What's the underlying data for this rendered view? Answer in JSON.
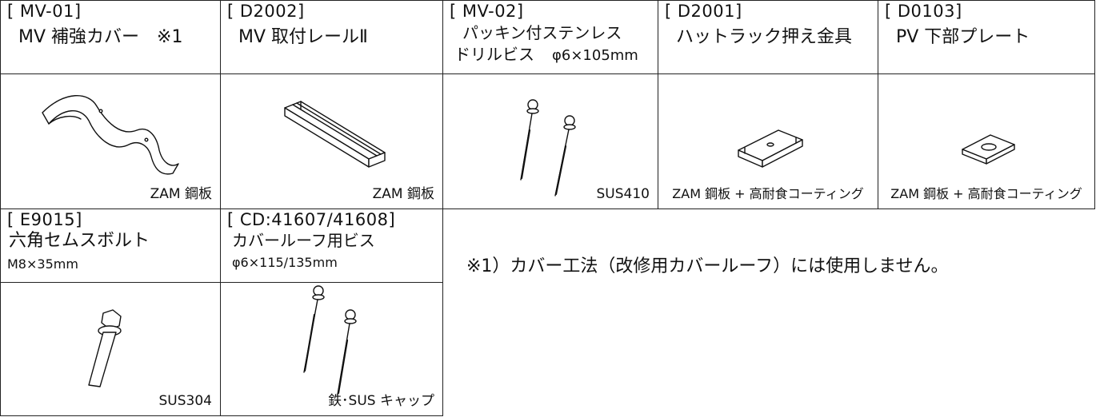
{
  "parts": [
    {
      "code": "[ MV-01]",
      "name": "MV 補強カバー　※1",
      "material": "ZAM 鋼板"
    },
    {
      "code": "[ D2002]",
      "name": "MV 取付レールⅡ",
      "material": "ZAM 鋼板"
    },
    {
      "code": "[ MV-02]",
      "name_line1": "パッキン付ステンレス",
      "name_line2": "ドリルビス",
      "size": "φ6×105mm",
      "material": "SUS410"
    },
    {
      "code": "[ D2001]",
      "name": "ハットラック押え金具",
      "material": "ZAM 鋼板 + 高耐食コーティング"
    },
    {
      "code": "[ D0103]",
      "name": "PV 下部プレート",
      "material": "ZAM 鋼板 + 高耐食コーティング"
    },
    {
      "code": "[ E9015]",
      "name": "六角セムスボルト",
      "size": "M8×35mm",
      "material": "SUS304"
    },
    {
      "code": "[ CD:41607/41608]",
      "name": "カバールーフ用ビス",
      "size": "φ6×115/135mm",
      "material": "鉄･SUS キャップ"
    }
  ],
  "note": "※1）カバー工法（改修用カバールーフ）には使用しません。"
}
